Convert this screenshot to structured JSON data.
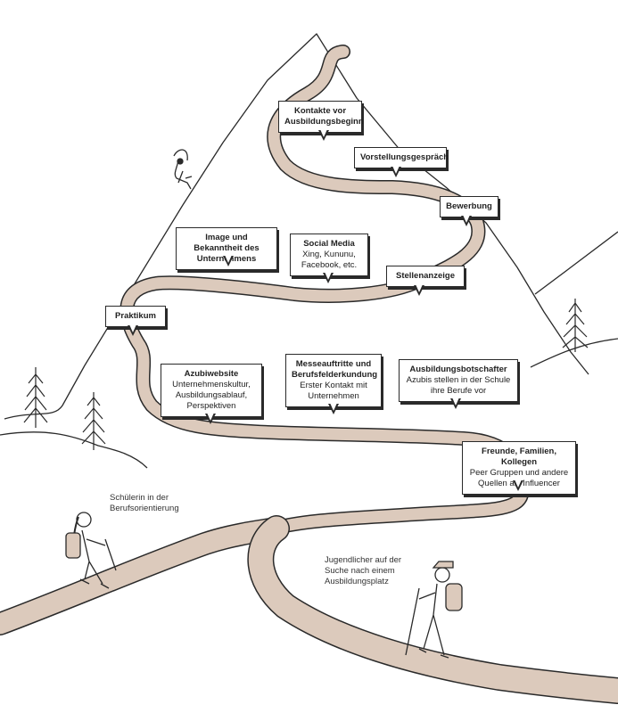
{
  "boxes": {
    "kontakte": {
      "title": "Kontakte vor Ausbildungsbeginn"
    },
    "vorstellung": {
      "title": "Vorstellungsgespräch"
    },
    "bewerbung": {
      "title": "Bewerbung"
    },
    "image": {
      "title": "Image und Bekanntheit des Unternehmens"
    },
    "social": {
      "title": "Social Media",
      "desc": "Xing, Kununu, Facebook, etc."
    },
    "stellenanzeige": {
      "title": "Stellenanzeige"
    },
    "praktikum": {
      "title": "Praktikum"
    },
    "azubiwebsite": {
      "title": "Azubiwebsite",
      "desc": "Unternehmenskultur, Ausbildungsablauf, Perspektiven"
    },
    "messe": {
      "title": "Messeauftritte und Berufsfelderkundung",
      "desc": "Erster Kontakt mit Unternehmen"
    },
    "botschafter": {
      "title": "Ausbildungsbotschafter",
      "desc": "Azubis stellen in der Schule ihre Berufe vor"
    },
    "freunde": {
      "title": "Freunde, Familien, Kollegen",
      "desc": "Peer Gruppen und andere Quellen als Influencer"
    }
  },
  "captions": {
    "schuelerin": "Schülerin in der Berufsorientierung",
    "jugendlicher": "Jugendlicher auf der Suche nach einem Ausbildungsplatz"
  },
  "colors": {
    "path": "#dccabc",
    "outline": "#2a2a2a"
  }
}
